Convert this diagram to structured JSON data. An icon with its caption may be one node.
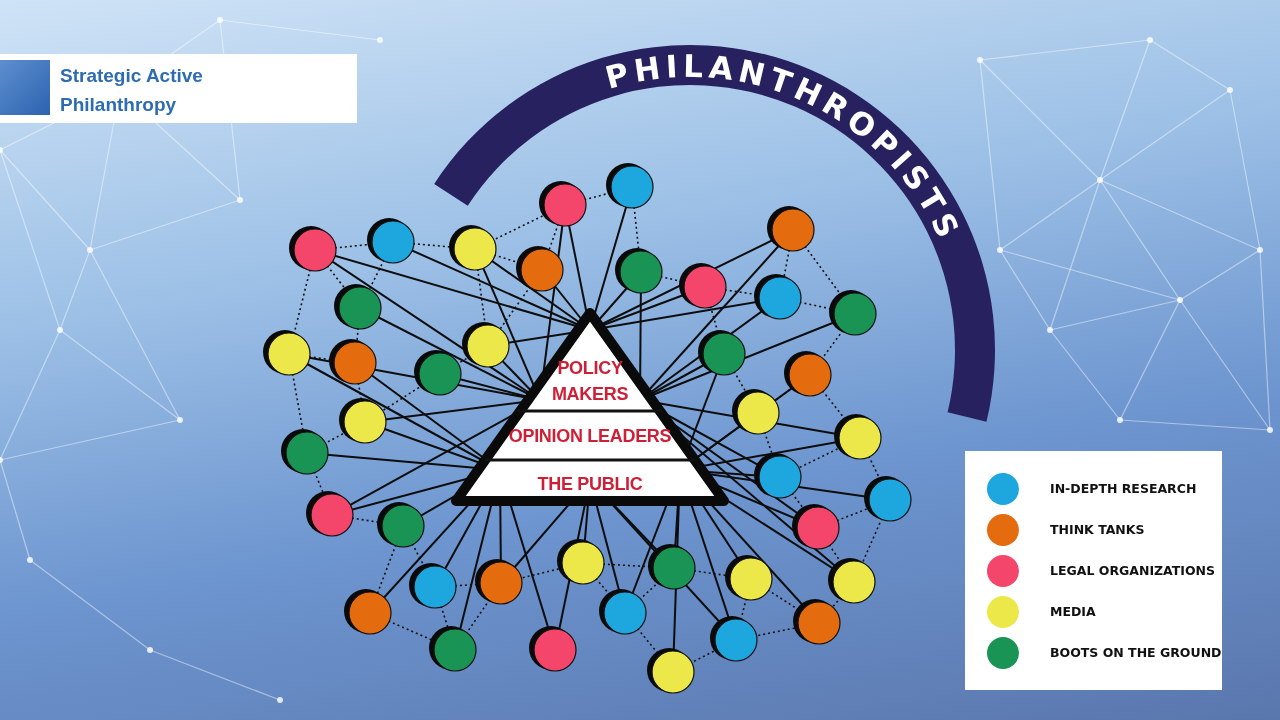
{
  "diagram": {
    "title": "Strategic Active Philanthropy",
    "nodes": [
      {
        "text": [
          "PHILANTHROPISTS"
        ]
      },
      {
        "text": [
          "POLICY MAKERS",
          "OPINION LEADERS",
          "THE PUBLIC"
        ]
      }
    ],
    "edges": [],
    "legend": [
      {
        "text": "IN-DEPTH RESEARCH",
        "color": "#1ea6de"
      },
      {
        "text": "THINK TANKS",
        "color": "#e56b0f"
      },
      {
        "text": "LEGAL ORGANIZATIONS",
        "color": "#f4466a"
      },
      {
        "text": "MEDIA",
        "color": "#ece84a"
      },
      {
        "text": "BOOTS ON THE GROUND",
        "color": "#1a9455"
      }
    ]
  }
}
